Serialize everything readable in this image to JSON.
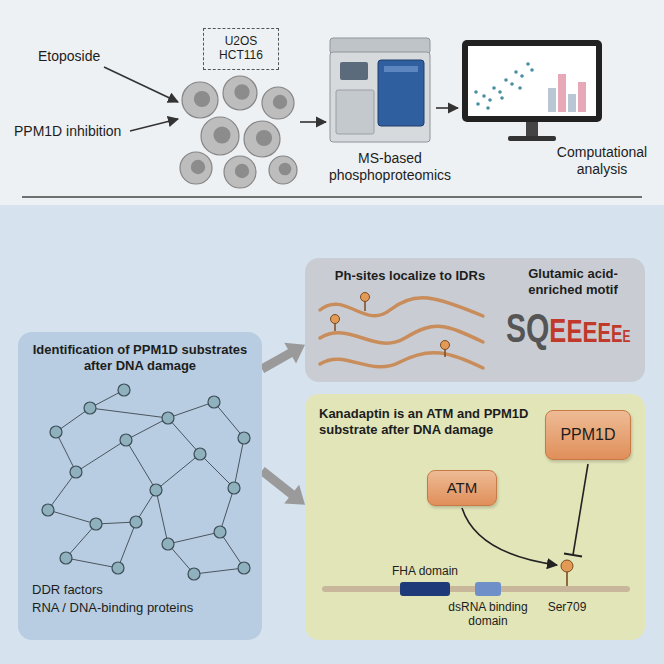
{
  "diagram": {
    "nodes": [
      {
        "text": [
          "U2OS HCT116"
        ]
      },
      {
        "text": [
          "Identification of PPM1D substrates after DNA damage",
          "DDR factors",
          "RNA / DNA-binding proteins"
        ]
      },
      {
        "text": [
          "Ph-sites localize to IDRs",
          "Glutamic acid-enriched motif"
        ]
      },
      {
        "text": [
          "Kanadaptin is an ATM and PPM1D substrate after DNA damage"
        ]
      },
      {
        "text": [
          "PPM1D"
        ],
        "in": 3
      },
      {
        "text": [
          "ATM"
        ],
        "in": 3
      }
    ],
    "edges": [
      {
        "from": 1,
        "to": 2,
        "arrow": "to"
      },
      {
        "from": 1,
        "to": 3,
        "arrow": "to"
      }
    ],
    "labels": [
      "Etoposide",
      "PPM1D inhibition",
      "MS-based phosphoproteomics",
      "Computational analysis",
      "SQEEEEEE",
      "FHA domain",
      "dsRNA binding domain",
      "Ser709"
    ]
  }
}
